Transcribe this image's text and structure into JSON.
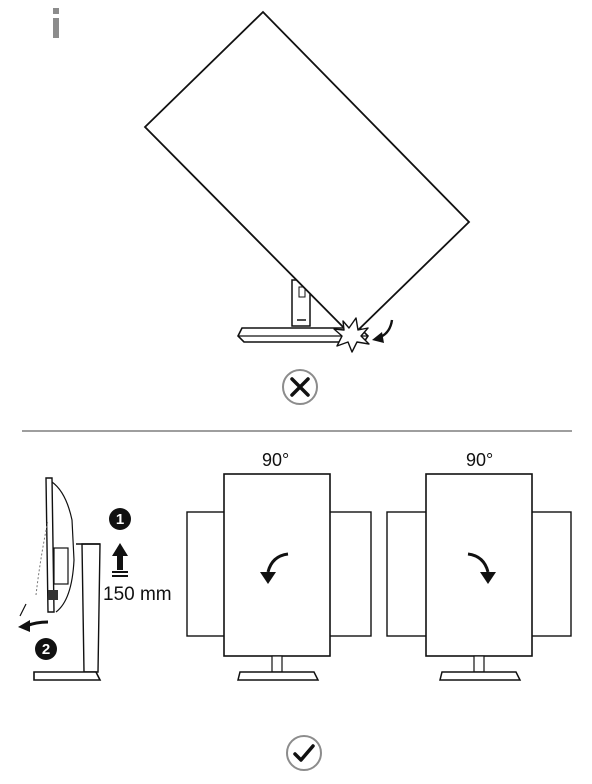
{
  "info_marker": "i",
  "step_one": "1",
  "step_two": "2",
  "height_label": "150 mm",
  "rotation_left_label": "90°",
  "rotation_right_label": "90°",
  "status_icons": [
    "x-circle-icon",
    "check-circle-icon"
  ],
  "colors": {
    "line": "#111111",
    "divider": "#9e9e9e",
    "gray_icon": "#8c8c8c"
  }
}
